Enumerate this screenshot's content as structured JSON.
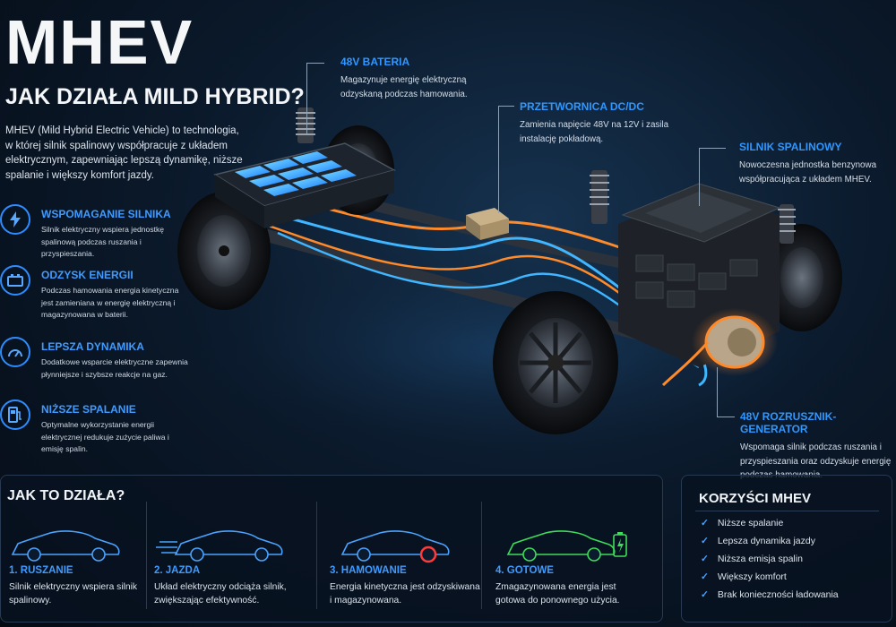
{
  "header": {
    "title": "MHEV",
    "subtitle": "JAK DZIAŁA MILD HYBRID?",
    "intro": "MHEV (Mild Hybrid Electric Vehicle) to technologia, w której silnik spalinowy współpracuje z układem elektrycznym, zapewniając lepszą dynamikę, niższe spalanie i większy komfort jazdy."
  },
  "features": [
    {
      "icon": "lightning-icon",
      "title": "WSPOMAGANIE SILNIKA",
      "desc": "Silnik elektryczny wspiera jednostkę spalinową podczas ruszania i przyspieszania."
    },
    {
      "icon": "battery-icon",
      "title": "ODZYSK ENERGII",
      "desc": "Podczas hamowania energia kinetyczna jest zamieniana w energię elektryczną i magazynowana w baterii."
    },
    {
      "icon": "gauge-icon",
      "title": "LEPSZA DYNAMIKA",
      "desc": "Dodatkowe wsparcie elektryczne zapewnia płynniejsze i szybsze reakcje na gaz."
    },
    {
      "icon": "fuel-pump-icon",
      "title": "NIŻSZE SPALANIE",
      "desc": "Optymalne wykorzystanie energii elektrycznej redukuje zużycie paliwa i emisję spalin."
    }
  ],
  "callouts": {
    "battery": {
      "title": "48V BATERIA",
      "desc": "Magazynuje energię elektryczną odzyskaną podczas hamowania."
    },
    "converter": {
      "title": "PRZETWORNICA DC/DC",
      "desc": "Zamienia napięcie 48V na 12V i zasila instalację pokładową."
    },
    "engine": {
      "title": "SILNIK SPALINOWY",
      "desc": "Nowoczesna jednostka benzynowa współpracująca z układem MHEV."
    },
    "generator": {
      "title": "48V ROZRUSZNIK-GENERATOR",
      "desc": "Wspomaga silnik podczas ruszania i przyspieszania oraz odzyskuje energię podczas hamowania."
    }
  },
  "how": {
    "title": "JAK TO DZIAŁA?",
    "steps": [
      {
        "title": "1. RUSZANIE",
        "desc": "Silnik elektryczny wspiera silnik spalinowy."
      },
      {
        "title": "2. JAZDA",
        "desc": "Układ elektryczny odciąża silnik, zwiększając efektywność."
      },
      {
        "title": "3. HAMOWANIE",
        "desc": "Energia kinetyczna jest odzyskiwana i magazynowana."
      },
      {
        "title": "4. GOTOWE",
        "desc": "Zmagazynowana energia jest gotowa do ponownego użycia."
      }
    ]
  },
  "benefits": {
    "title": "KORZYŚCI MHEV",
    "items": [
      "Niższe spalanie",
      "Lepsza dynamika jazdy",
      "Niższa emisja spalin",
      "Większy komfort",
      "Brak konieczności ładowania"
    ]
  },
  "colors": {
    "accent": "#2f97ff",
    "cable_orange": "#ff8a2a",
    "cable_blue": "#3fb6ff",
    "ready_green": "#3ddc5a",
    "brake_red": "#ff3a3a"
  }
}
